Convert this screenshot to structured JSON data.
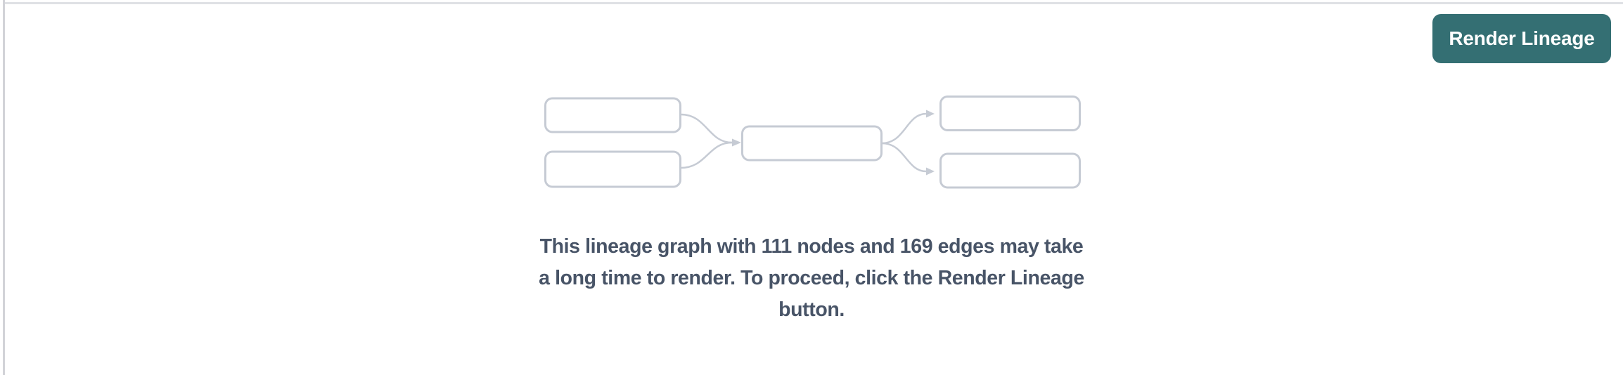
{
  "theme": {
    "accent": "#346f73",
    "accent-text": "#ffffff",
    "message-color": "#485467",
    "diagram-stroke": "#c6cbd4",
    "hairline-top": "#dfe1e5",
    "hairline-left": "#d2d3d8",
    "bg": "#ffffff"
  },
  "toolbar": {
    "render_lineage_label": "Render Lineage"
  },
  "message": {
    "full_text": "This lineage graph with 111 nodes and 169 edges may take a long time to render. To proceed, click the Render Lineage button.",
    "lines": [
      "This lineage graph with 111 nodes and 169 edges may take",
      "a long time to render. To proceed, click the Render Lineage",
      "button."
    ],
    "node_count": "111",
    "edge_count": "169"
  },
  "graphic": {
    "name": "mini-lineage-diagram",
    "node_boxes": 5,
    "edges": 4
  }
}
